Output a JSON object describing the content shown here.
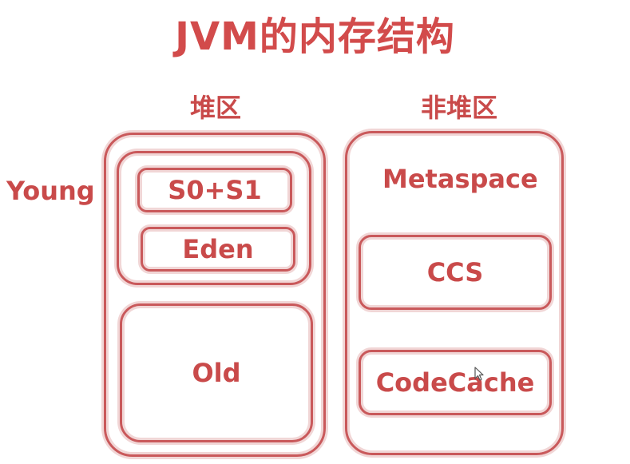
{
  "title": "JVM的内存结构",
  "heap": {
    "heading": "堆区",
    "young_label": "Young",
    "survivor_label": "S0+S1",
    "eden_label": "Eden",
    "old_label": "Old"
  },
  "non_heap": {
    "heading": "非堆区",
    "metaspace_label": "Metaspace",
    "ccs_label": "CCS",
    "codecache_label": "CodeCache"
  },
  "colors": {
    "accent": "#c94a4a",
    "border": "#c9595b",
    "halo": "#f1d6d6"
  },
  "icons": {
    "cursor": "mouse-pointer-icon"
  }
}
